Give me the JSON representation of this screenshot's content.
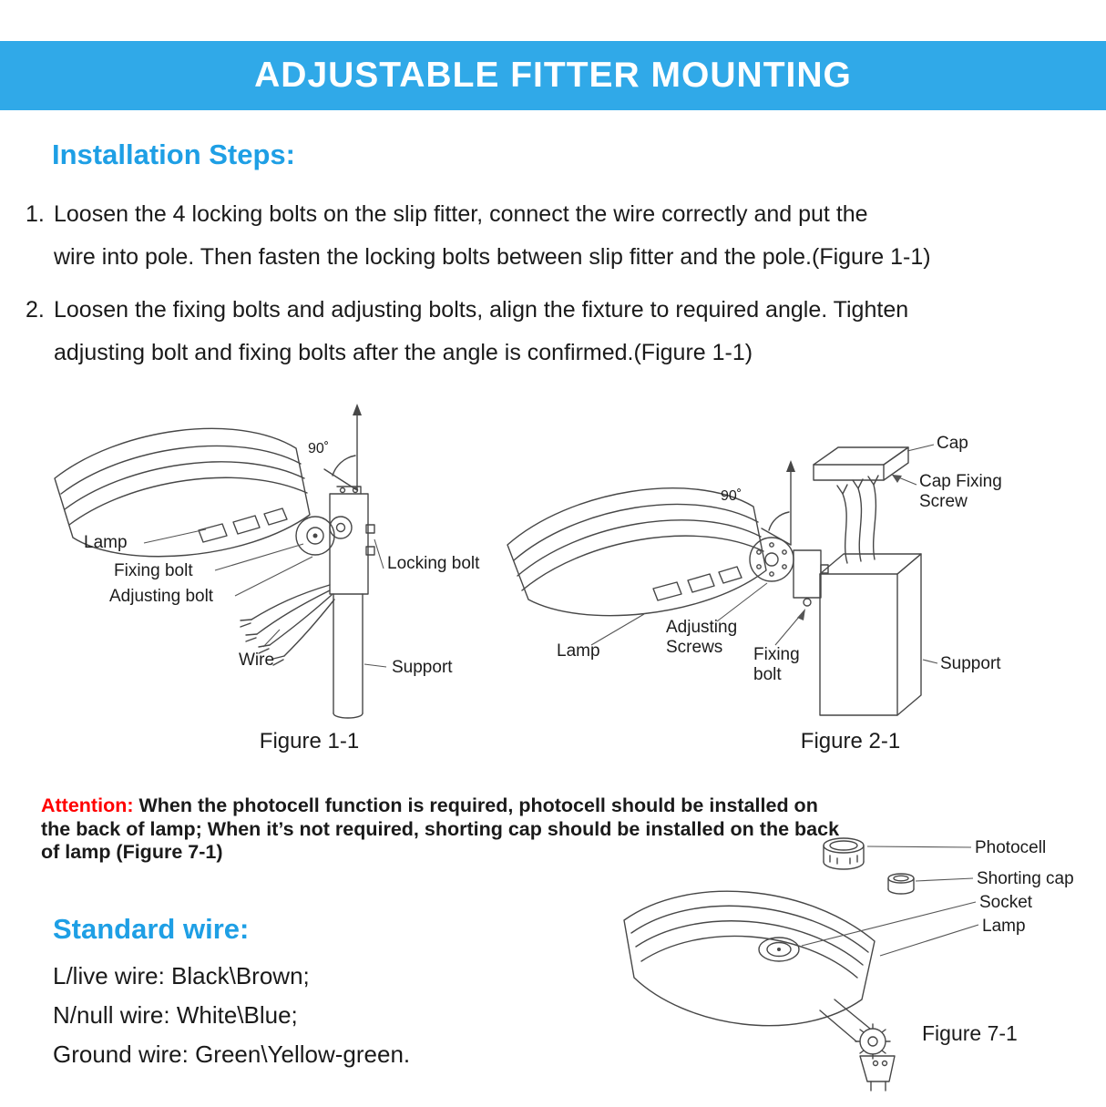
{
  "colors": {
    "header_bg": "#30A9E8",
    "heading_blue": "#1E9FE5",
    "attention_red": "#FF0000"
  },
  "header": {
    "title": "ADJUSTABLE FITTER MOUNTING"
  },
  "sections": {
    "installation_heading": "Installation Steps:",
    "standard_wire_heading": "Standard wire:"
  },
  "steps": [
    {
      "num": "1.",
      "line1": "Loosen the 4 locking bolts on the slip fitter, connect the wire correctly and put the",
      "line2": "wire into pole. Then fasten the locking bolts between slip fitter and the pole.(Figure 1-1)"
    },
    {
      "num": "2.",
      "line1": "Loosen the fixing bolts and adjusting bolts, align the fixture to required angle. Tighten",
      "line2": "adjusting bolt and fixing bolts after the angle is confirmed.(Figure 1-1)"
    }
  ],
  "figure1": {
    "caption": "Figure 1-1",
    "labels": {
      "angle": "90˚",
      "lamp": "Lamp",
      "fixing_bolt": "Fixing bolt",
      "adjusting_bolt": "Adjusting bolt",
      "wire": "Wire",
      "locking_bolt": "Locking bolt",
      "support": "Support"
    }
  },
  "figure2": {
    "caption": "Figure 2-1",
    "labels": {
      "angle": "90˚",
      "cap": "Cap",
      "cap_fixing_screw": "Cap Fixing Screw",
      "lamp": "Lamp",
      "adjusting_screws": "Adjusting Screws",
      "fixing_bolt": "Fixing bolt",
      "support": "Support"
    }
  },
  "figure7": {
    "caption": "Figure 7-1",
    "labels": {
      "photocell": "Photocell",
      "shorting_cap": "Shorting cap",
      "socket": "Socket",
      "lamp": "Lamp"
    }
  },
  "attention": {
    "label": "Attention:",
    "text": " When the photocell function is required, photocell should be installed on the back of lamp; When it’s not required, shorting cap should be installed on the back of lamp (Figure 7-1)"
  },
  "standard_wire": {
    "lines": [
      "L/live wire: Black\\Brown;",
      "N/null wire: White\\Blue;",
      "Ground wire: Green\\Yellow-green."
    ]
  }
}
